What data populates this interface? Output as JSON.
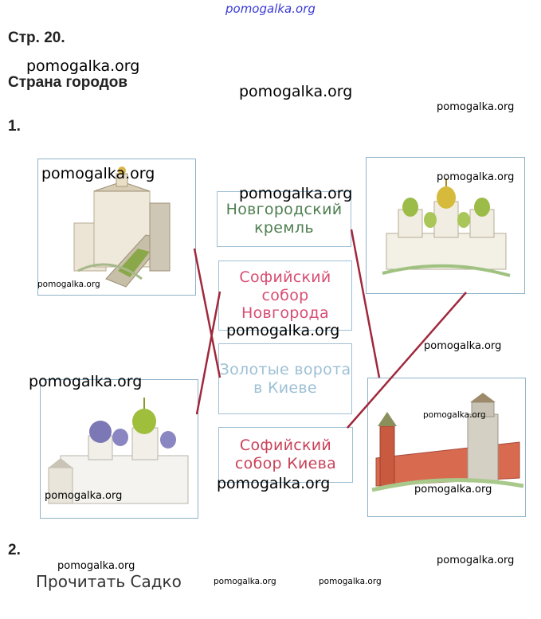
{
  "watermark": "pomogalka.org",
  "page_ref": "Стр. 20.",
  "topic": "Страна городов",
  "task1_number": "1.",
  "task2_number": "2.",
  "task2_text": "Прочитать Садко",
  "labels": {
    "novgorod_kremlin": "Новгородский кремль",
    "sofia_novgorod": "Софийский собор Новгорода",
    "golden_gate": "Золотые ворота в Киеве",
    "sofia_kiev": "Софийский собор Киева"
  },
  "colors": {
    "frame": "#8fb2c8",
    "connector": "#a0283c",
    "label_green": "#4f7f52",
    "label_pink": "#d84d72",
    "label_blue": "#9ec0d5"
  }
}
